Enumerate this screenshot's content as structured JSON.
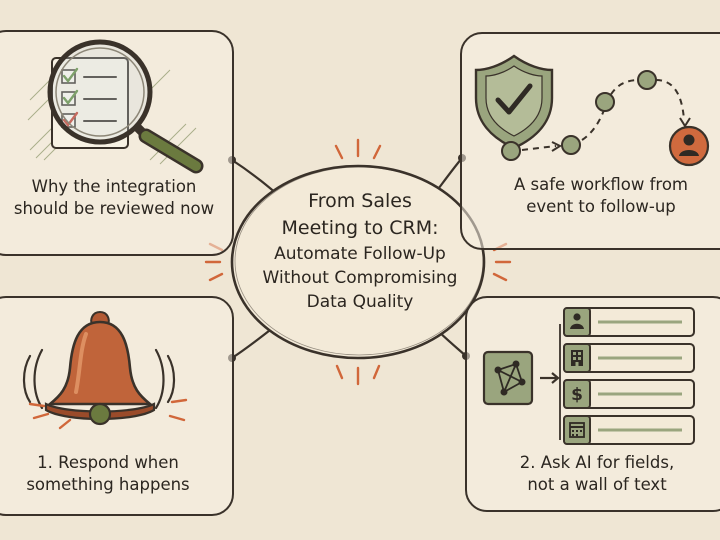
{
  "center": {
    "title_lines": [
      "From Sales",
      "Meeting to CRM:"
    ],
    "subtitle_lines": [
      "Automate Follow-Up",
      "Without Compromising",
      "Data Quality"
    ]
  },
  "panels": {
    "top_left": {
      "caption_lines": [
        "Why the integration",
        "should be reviewed now"
      ],
      "icon": "magnifier-checklist-icon"
    },
    "top_right": {
      "caption_lines": [
        "A safe workflow from",
        "event to follow-up"
      ],
      "icon": "shield-check-icon"
    },
    "bottom_left": {
      "caption_lines": [
        "1. Respond when",
        "something happens"
      ],
      "icon": "bell-icon"
    },
    "bottom_right": {
      "caption_lines": [
        "2. Ask AI for fields,",
        "not a wall of text"
      ],
      "icon": "ai-network-icon",
      "fields": [
        {
          "icon": "person-icon",
          "symbol": ""
        },
        {
          "icon": "building-icon",
          "symbol": ""
        },
        {
          "icon": "dollar-icon",
          "symbol": "$"
        },
        {
          "icon": "calendar-icon",
          "symbol": ""
        }
      ]
    }
  },
  "colors": {
    "background": "#efe6d4",
    "ink": "#3a322a",
    "sage": "#9aa57e",
    "bell": "#c0643a",
    "accent_orange": "#d1673a",
    "check_red": "#c2412f",
    "check_green": "#5f8b3e"
  }
}
